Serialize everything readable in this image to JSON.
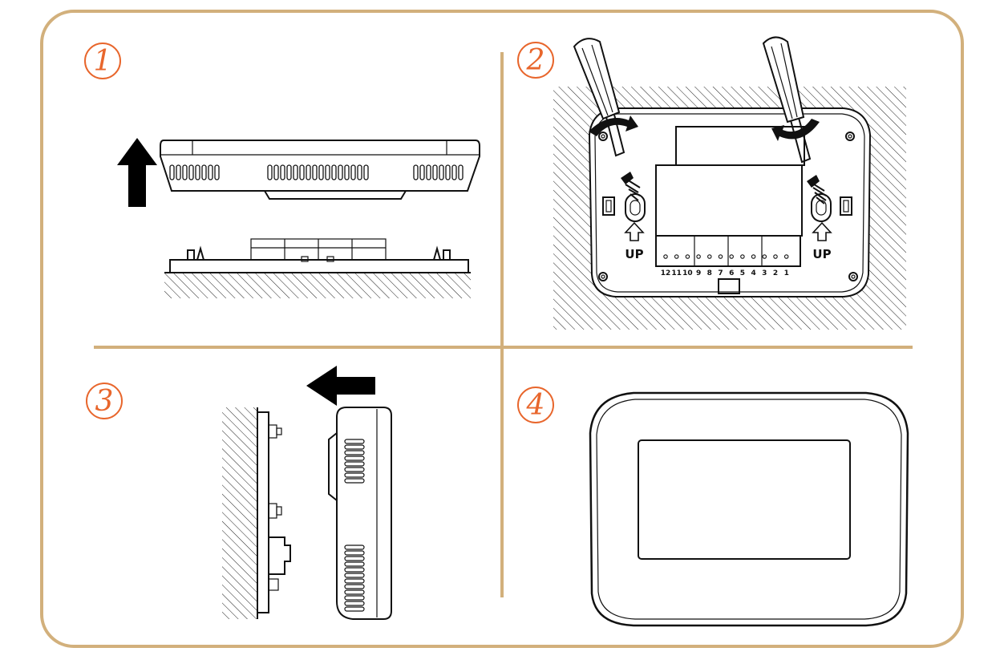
{
  "frame": {
    "border_color": "#d2b07c",
    "accent_color": "#e8662c"
  },
  "steps": [
    {
      "number": "1"
    },
    {
      "number": "2"
    },
    {
      "number": "3"
    },
    {
      "number": "4"
    }
  ],
  "step2": {
    "up_left": "UP",
    "up_right": "UP",
    "terminals": [
      "12",
      "11",
      "10",
      "9",
      "8",
      "7",
      "6",
      "5",
      "4",
      "3",
      "2",
      "1"
    ]
  },
  "icons": [
    "arrow-up-icon",
    "arrow-left-icon",
    "screwdriver-icon",
    "rotate-arrow-icon",
    "up-arrow-icon"
  ]
}
